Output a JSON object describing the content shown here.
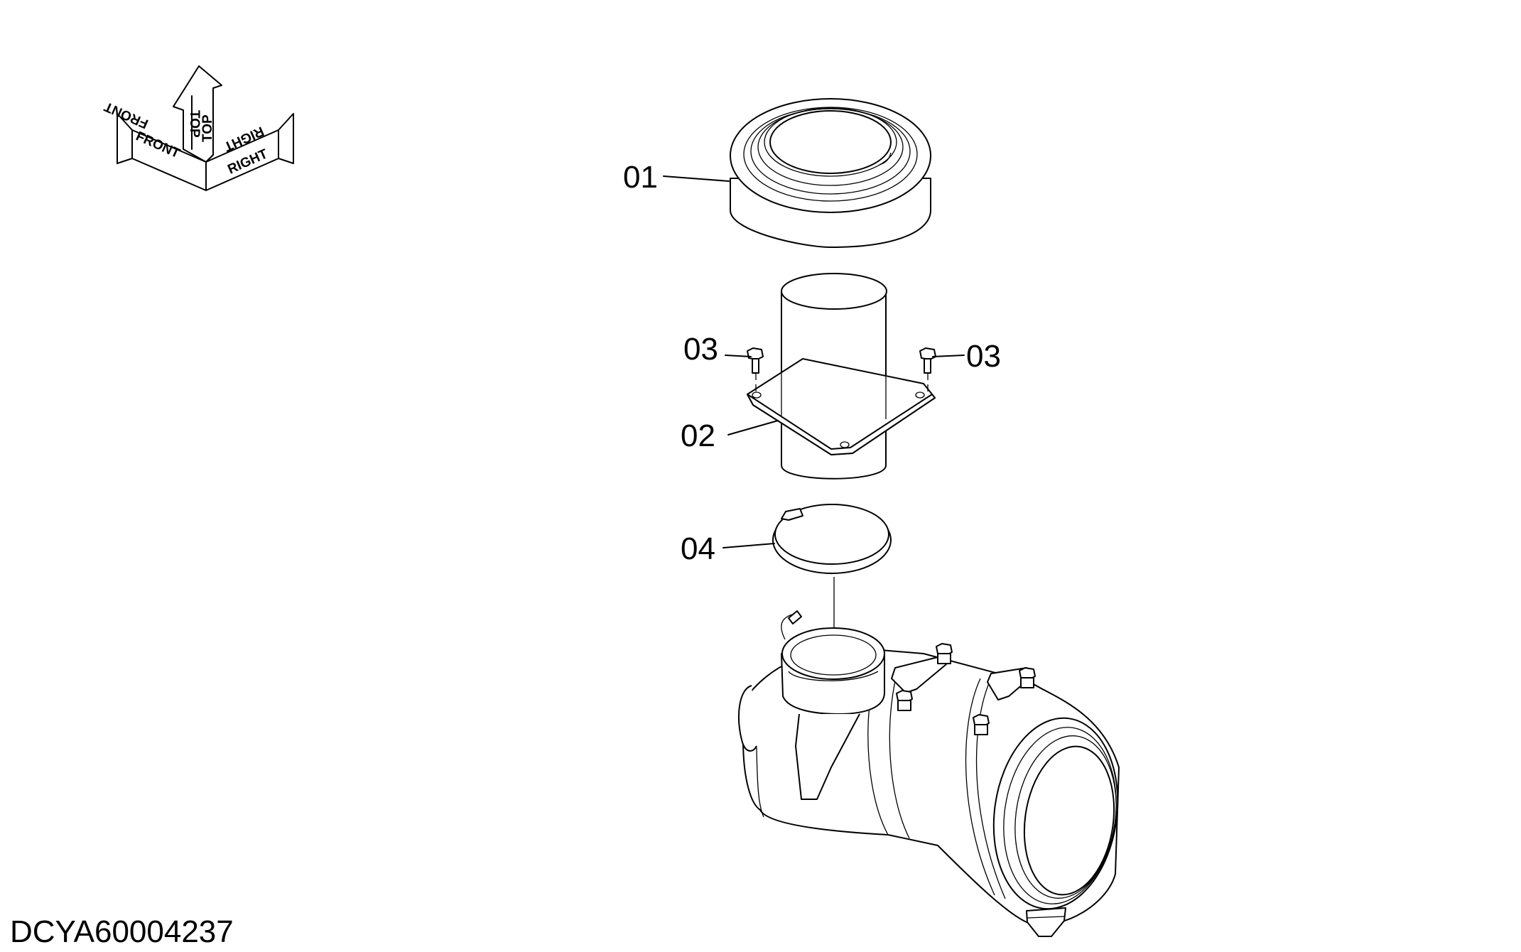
{
  "orientation": {
    "top_1": "TOP",
    "top_2": "TOP",
    "front_1": "FRONT",
    "front_2": "FRONT",
    "right_1": "RIGHT",
    "right_2": "RIGHT"
  },
  "callouts": [
    {
      "label": "01"
    },
    {
      "label": "02"
    },
    {
      "label": "03"
    },
    {
      "label": "03"
    },
    {
      "label": "04"
    }
  ],
  "drawing_id": "DCYA60004237"
}
